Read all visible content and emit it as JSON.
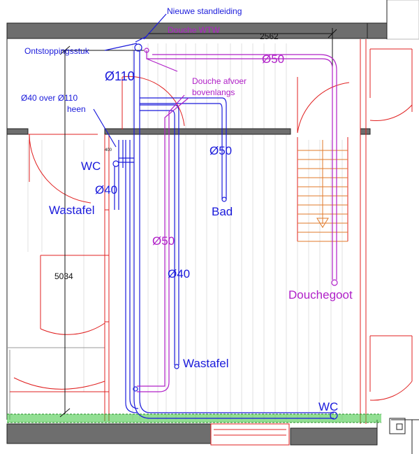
{
  "labels": {
    "nieuwe_standleiding": "Nieuwe standleiding",
    "douche_wtw": "Douche WTW",
    "dim_top": "2562",
    "ontstoppingsstuk": "Ontstoppingsstuk",
    "d50_top": "Ø50",
    "d110": "Ø110",
    "douche_afvoer_1": "Douche afvoer",
    "douche_afvoer_2": "bovenlangs",
    "d40_over_1": "Ø40 over Ø110",
    "d40_over_2": "heen",
    "small_dim": "400",
    "d50_mid": "Ø50",
    "wc_top": "WC",
    "d40_left": "Ø40",
    "bad": "Bad",
    "wastafel_left": "Wastafel",
    "d50_center": "Ø50",
    "dim_left": "5034",
    "d40_center": "Ø40",
    "douchegoot": "Douchegoot",
    "wastafel_bottom": "Wastafel",
    "wc_bottom": "WC"
  },
  "colors": {
    "blue": "#1a1adb",
    "magenta": "#b020c8",
    "wall": "#6e6e6e",
    "red": "#e02020",
    "orange": "#e07a2a",
    "green": "#39c43a"
  }
}
